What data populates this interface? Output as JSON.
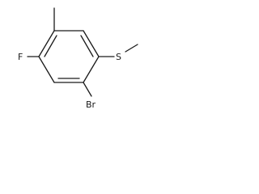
{
  "molecule": {
    "atoms": {
      "fluorine": "F",
      "bromine": "Br",
      "sulfur": "S"
    }
  }
}
